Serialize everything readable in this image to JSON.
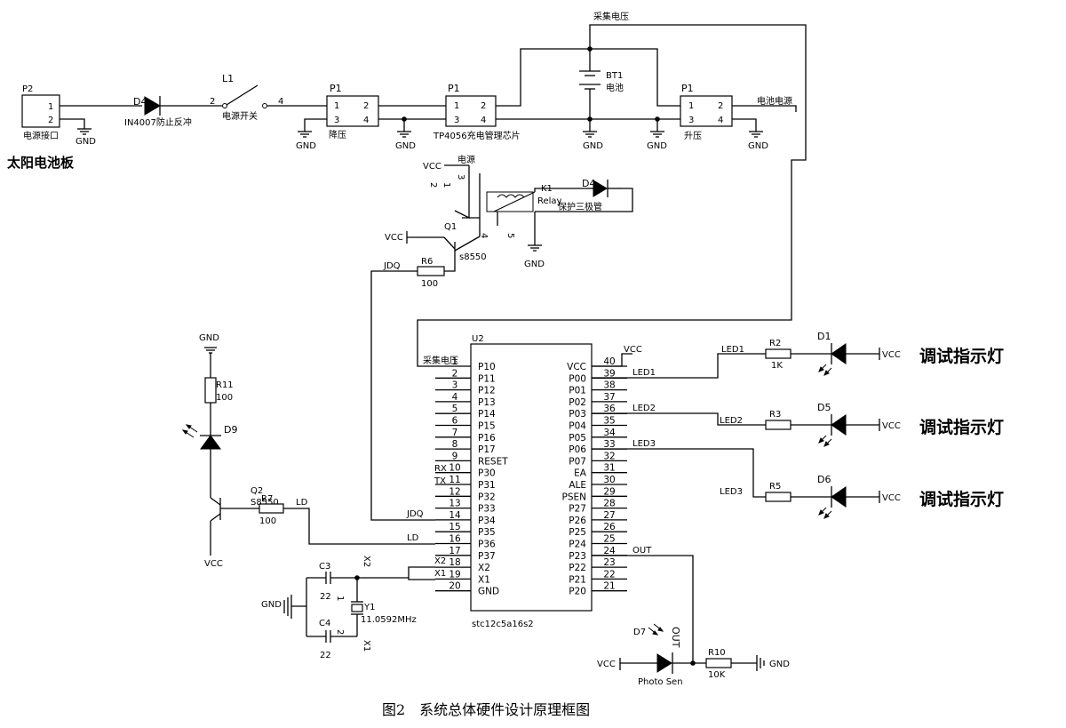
{
  "caption": "图2　系统总体硬件设计原理框图",
  "solar": {
    "ref": "P2",
    "pin1": "1",
    "pin2": "2",
    "label": "电源接口",
    "gnd": "GND",
    "title": "太阳电池板"
  },
  "d4_in": {
    "ref": "D4",
    "label": "IN4007防止反冲"
  },
  "switch": {
    "ref": "L1",
    "pin_a": "2",
    "pin_b": "4",
    "label": "电源开关"
  },
  "buck": {
    "ref": "P1",
    "p1": "1",
    "p2": "2",
    "p3": "3",
    "p4": "4",
    "label": "降压",
    "gnd": "GND"
  },
  "charger": {
    "ref": "P1",
    "p1": "1",
    "p2": "2",
    "p3": "3",
    "p4": "4",
    "label": "TP4056充电管理芯片"
  },
  "battery": {
    "ref": "BT1",
    "label": "电池",
    "net": "采集电压",
    "gnd": "GND"
  },
  "boost": {
    "ref": "P1",
    "p1": "1",
    "p2": "2",
    "p3": "3",
    "p4": "4",
    "label": "升压",
    "gnd": "GND",
    "net": "电池电源"
  },
  "gnd_labels": {
    "g1": "GND",
    "g2": "GND",
    "g3": "GND",
    "g4": "GND"
  },
  "relay": {
    "vcc": "VCC",
    "power": "电源",
    "pin1": "1",
    "pin2": "2",
    "pin3": "3",
    "pin4": "4",
    "pin5": "5",
    "ref": "K1",
    "name": "Relay",
    "gnd": "GND"
  },
  "d4_protect": {
    "ref": "D4",
    "label": "保护三极管"
  },
  "q1": {
    "ref": "Q1",
    "vcc": "VCC",
    "part": "s8550"
  },
  "r6": {
    "ref": "R6",
    "value": "100",
    "net": "JDQ"
  },
  "mcu": {
    "ref": "U2",
    "part": "stc12c5a16s2",
    "net_in": "采集电压",
    "vcc_label": "VCC",
    "left_pins": [
      {
        "num": "1",
        "name": "P10"
      },
      {
        "num": "2",
        "name": "P11"
      },
      {
        "num": "3",
        "name": "P12"
      },
      {
        "num": "4",
        "name": "P13"
      },
      {
        "num": "5",
        "name": "P14"
      },
      {
        "num": "6",
        "name": "P15"
      },
      {
        "num": "7",
        "name": "P16"
      },
      {
        "num": "8",
        "name": "P17"
      },
      {
        "num": "9",
        "name": "RESET"
      },
      {
        "num": "10",
        "name": "P30"
      },
      {
        "num": "11",
        "name": "P31"
      },
      {
        "num": "12",
        "name": "P32"
      },
      {
        "num": "13",
        "name": "P33"
      },
      {
        "num": "14",
        "name": "P34"
      },
      {
        "num": "15",
        "name": "P35"
      },
      {
        "num": "16",
        "name": "P36"
      },
      {
        "num": "17",
        "name": "P37"
      },
      {
        "num": "18",
        "name": "X2"
      },
      {
        "num": "19",
        "name": "X1"
      },
      {
        "num": "20",
        "name": "GND"
      }
    ],
    "right_pins": [
      {
        "num": "40",
        "name": "VCC"
      },
      {
        "num": "39",
        "name": "P00"
      },
      {
        "num": "38",
        "name": "P01"
      },
      {
        "num": "37",
        "name": "P02"
      },
      {
        "num": "36",
        "name": "P03"
      },
      {
        "num": "35",
        "name": "P04"
      },
      {
        "num": "34",
        "name": "P05"
      },
      {
        "num": "33",
        "name": "P06"
      },
      {
        "num": "32",
        "name": "P07"
      },
      {
        "num": "31",
        "name": "EA"
      },
      {
        "num": "30",
        "name": "ALE"
      },
      {
        "num": "29",
        "name": "PSEN"
      },
      {
        "num": "28",
        "name": "P27"
      },
      {
        "num": "27",
        "name": "P26"
      },
      {
        "num": "26",
        "name": "P25"
      },
      {
        "num": "25",
        "name": "P24"
      },
      {
        "num": "24",
        "name": "P23"
      },
      {
        "num": "23",
        "name": "P22"
      },
      {
        "num": "22",
        "name": "P21"
      },
      {
        "num": "21",
        "name": "P20"
      }
    ],
    "left_nets": {
      "rx": "RX",
      "tx": "TX",
      "jdq": "JDQ",
      "ld": "LD",
      "x2": "X2",
      "x1": "X1"
    },
    "right_nets": {
      "led1": "LED1",
      "led2": "LED2",
      "led3": "LED3",
      "out": "OUT"
    }
  },
  "leds": [
    {
      "net": "LED1",
      "r_ref": "R2",
      "r_val": "1K",
      "d_ref": "D1",
      "vcc": "VCC",
      "label": "调试指示灯"
    },
    {
      "net": "LED2",
      "r_ref": "R3",
      "r_val": "",
      "d_ref": "D5",
      "vcc": "VCC",
      "label": "调试指示灯"
    },
    {
      "net": "LED3",
      "r_ref": "R5",
      "r_val": "",
      "d_ref": "D6",
      "vcc": "VCC",
      "label": "调试指示灯"
    }
  ],
  "left_circuit": {
    "gnd": "GND",
    "r11": "R11",
    "r11_val": "100",
    "d9": "D9",
    "q2": "Q2",
    "q2_part": "S8550",
    "r7": "R7",
    "r7_val": "100",
    "ld": "LD",
    "vcc": "VCC",
    "x2_net": "X2"
  },
  "crystal": {
    "gnd": "GND",
    "c3": "C3",
    "c3_val": "22",
    "c3_pin": "1",
    "c4": "C4",
    "c4_val": "22",
    "c4_pin": "2",
    "y1": "Y1",
    "freq": "11.0592MHz",
    "x1_net": "X1"
  },
  "photo": {
    "ref": "D7",
    "vcc": "VCC",
    "name": "Photo Sen",
    "out": "OUT",
    "r10": "R10",
    "r10_val": "10K",
    "gnd": "GND"
  }
}
